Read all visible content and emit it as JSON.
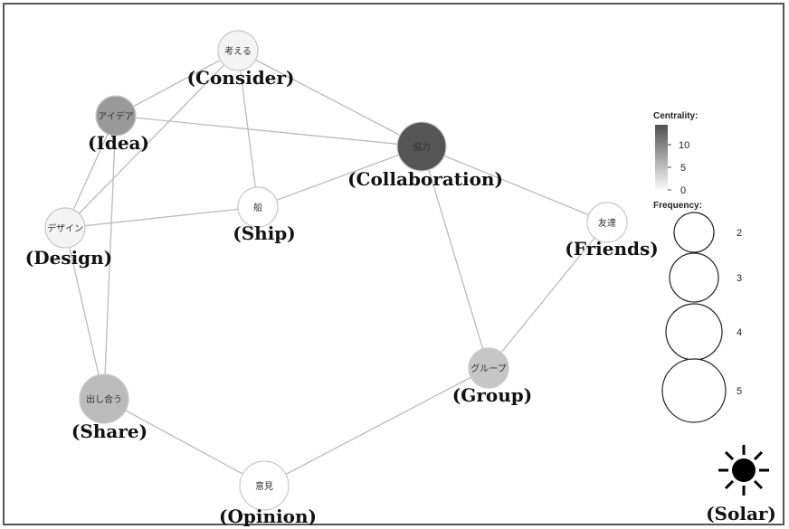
{
  "nodes": [
    {
      "id": "consider",
      "label_jp": "考える",
      "label_en": "(Consider)",
      "frequency": 2,
      "centrality": 1
    },
    {
      "id": "idea",
      "label_jp": "アイデア",
      "label_en": "(Idea)",
      "frequency": 2,
      "centrality": 9
    },
    {
      "id": "collaboration",
      "label_jp": "協力",
      "label_en": "(Collaboration)",
      "frequency": 3,
      "centrality": 15
    },
    {
      "id": "ship",
      "label_jp": "船",
      "label_en": "(Ship)",
      "frequency": 2,
      "centrality": 0
    },
    {
      "id": "design",
      "label_jp": "デザイン",
      "label_en": "(Design)",
      "frequency": 2,
      "centrality": 1
    },
    {
      "id": "friends",
      "label_jp": "友達",
      "label_en": "(Friends)",
      "frequency": 2,
      "centrality": 0
    },
    {
      "id": "group",
      "label_jp": "グループ",
      "label_en": "(Group)",
      "frequency": 2,
      "centrality": 5
    },
    {
      "id": "share",
      "label_jp": "出し合う",
      "label_en": "(Share)",
      "frequency": 3,
      "centrality": 6
    },
    {
      "id": "opinion",
      "label_jp": "意見",
      "label_en": "(Opinion)",
      "frequency": 3,
      "centrality": 0
    }
  ],
  "edges": [
    [
      "consider",
      "idea"
    ],
    [
      "consider",
      "collaboration"
    ],
    [
      "consider",
      "ship"
    ],
    [
      "consider",
      "design"
    ],
    [
      "idea",
      "collaboration"
    ],
    [
      "idea",
      "design"
    ],
    [
      "idea",
      "share"
    ],
    [
      "design",
      "ship"
    ],
    [
      "design",
      "share"
    ],
    [
      "ship",
      "collaboration"
    ],
    [
      "collaboration",
      "friends"
    ],
    [
      "collaboration",
      "group"
    ],
    [
      "friends",
      "group"
    ],
    [
      "group",
      "opinion"
    ],
    [
      "share",
      "opinion"
    ]
  ],
  "legend": {
    "centrality_title": "Centrality:",
    "centrality_ticks": [
      "10",
      "5",
      "0"
    ],
    "frequency_title": "Frequency:",
    "frequency_values": [
      "2",
      "3",
      "4",
      "5"
    ]
  },
  "solar_label": "(Solar)",
  "colors": {
    "edge": "#bbbbbb",
    "node_stroke": "#c8c8c8",
    "centrality_high": "#555555",
    "centrality_low": "#ffffff"
  }
}
